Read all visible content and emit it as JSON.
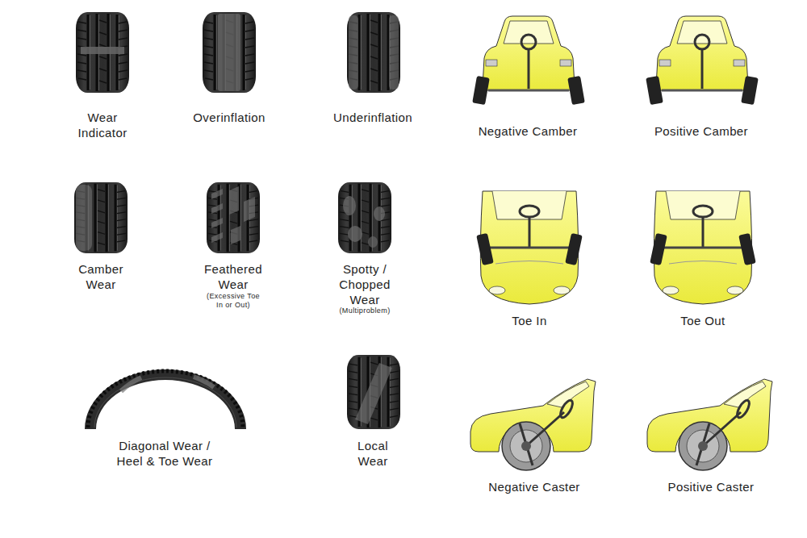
{
  "diagram": {
    "labels": [
      "Wear Indicator",
      "Overinflation",
      "Underinflation",
      "Negative Camber",
      "Positive Camber",
      "Camber Wear",
      "Feathered Wear",
      "(Excessive Toe In or Out)",
      "Spotty / Chopped Wear",
      "(Multiproblem)",
      "Toe In",
      "Toe Out",
      "Diagonal Wear / Heel & Toe Wear",
      "Local Wear",
      "Negative Caster",
      "Positive Caster"
    ]
  }
}
